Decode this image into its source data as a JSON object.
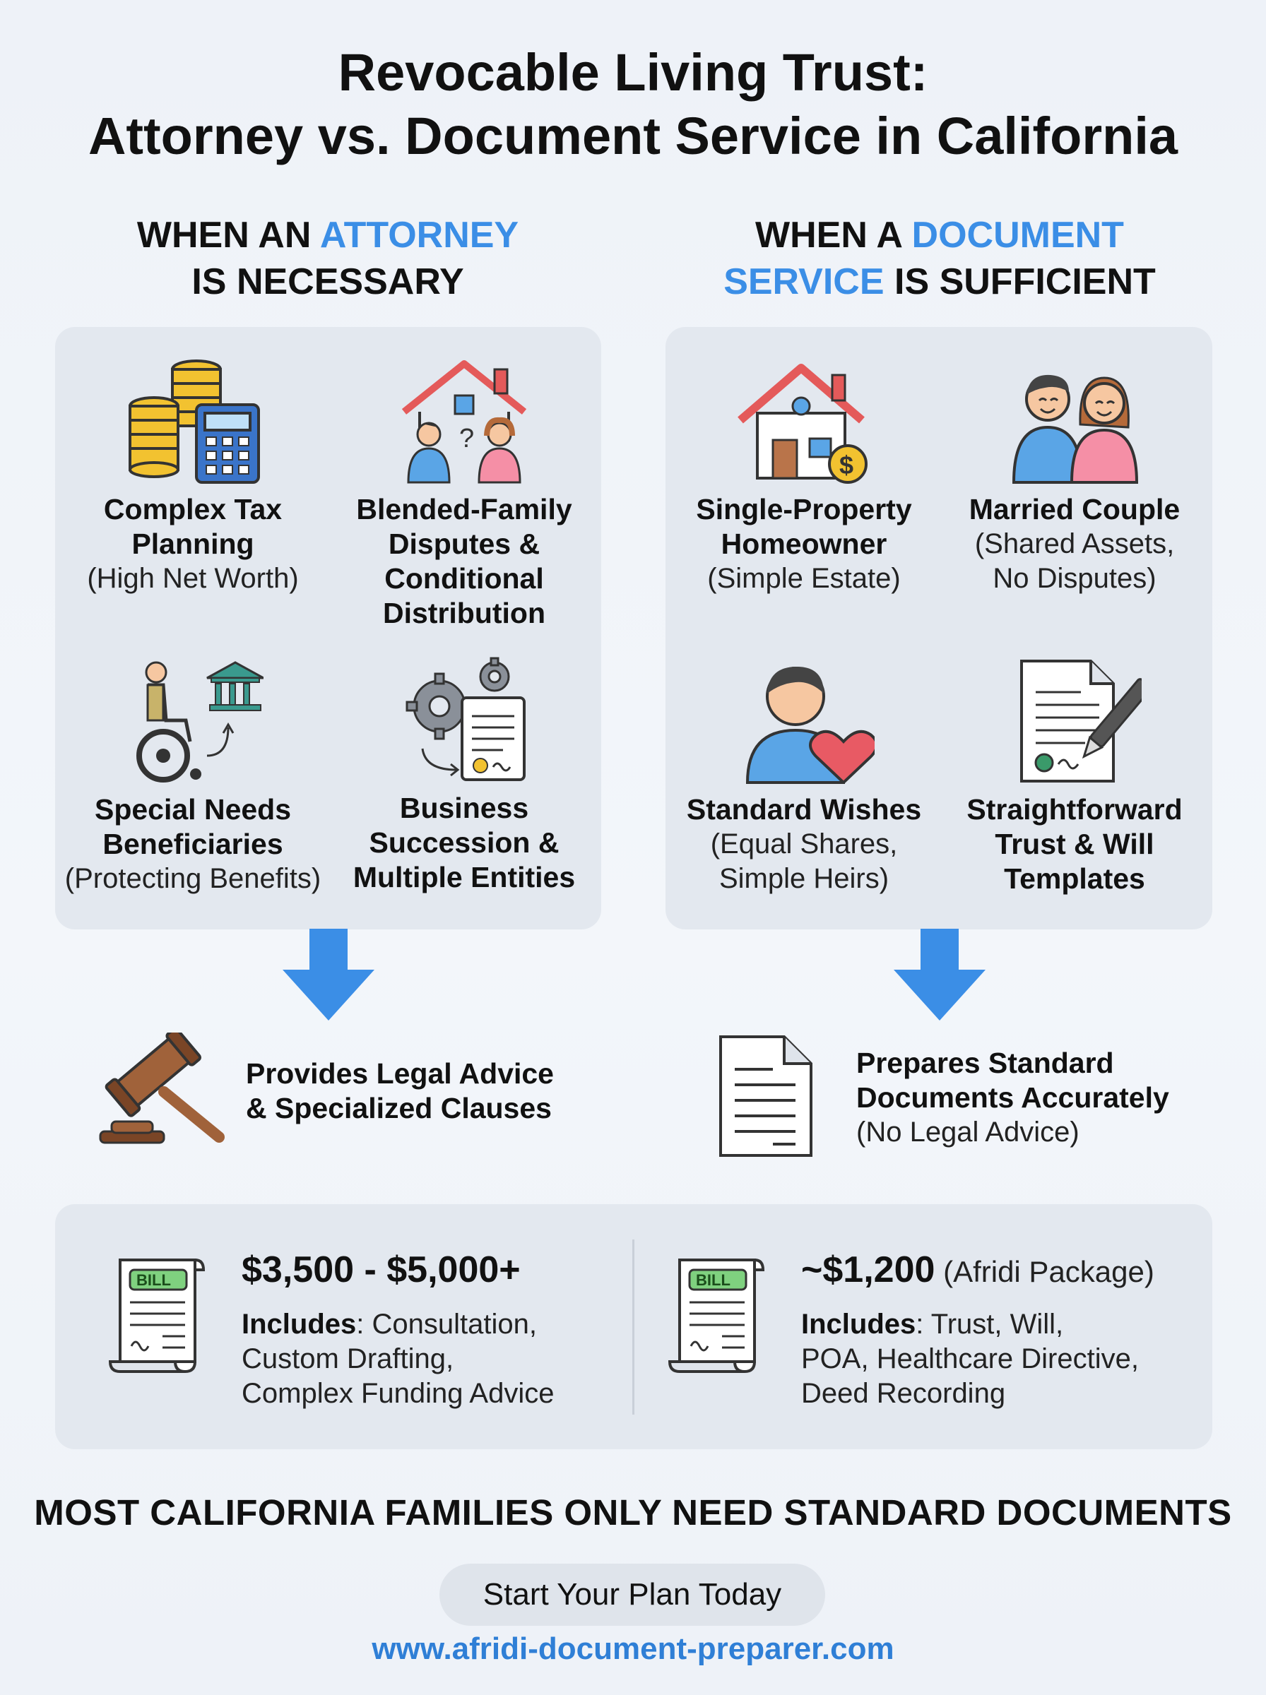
{
  "header": {
    "title_line1": "Revocable Living Trust:",
    "title_line2": "Attorney vs. Document Service in California"
  },
  "left": {
    "heading_pre": "WHEN AN ",
    "heading_accent": "ATTORNEY",
    "heading_line2": "IS NECESSARY",
    "items": [
      {
        "label": "Complex Tax\nPlanning",
        "sub": "(High Net Worth)",
        "icon": "coins-calculator-icon"
      },
      {
        "label": "Blended-Family\nDisputes &\nConditional\nDistribution",
        "sub": "",
        "icon": "house-family-icon"
      },
      {
        "label": "Special Needs\nBeneficiaries",
        "sub": "(Protecting Benefits)",
        "icon": "wheelchair-bank-icon"
      },
      {
        "label": "Business\nSuccession &\nMultiple Entities",
        "sub": "",
        "icon": "gears-document-icon"
      }
    ],
    "outcome": "Provides Legal Advice\n& Specialized Clauses",
    "outcome_icon": "gavel-icon"
  },
  "right": {
    "heading_pre": "WHEN A ",
    "heading_accent": "DOCUMENT",
    "heading_accent2": "SERVICE",
    "heading_post": " IS SUFFICIENT",
    "items": [
      {
        "label": "Single-Property\nHomeowner",
        "sub": "(Simple Estate)",
        "icon": "house-dollar-icon"
      },
      {
        "label": "Married Couple",
        "sub": "(Shared Assets,\nNo Disputes)",
        "icon": "couple-icon"
      },
      {
        "label": "Standard Wishes",
        "sub": "(Equal Shares,\nSimple Heirs)",
        "icon": "person-heart-icon"
      },
      {
        "label": "Straightforward\nTrust & Will\nTemplates",
        "sub": "",
        "icon": "document-pen-icon"
      }
    ],
    "outcome": "Prepares Standard\nDocuments Accurately",
    "outcome_sub": "(No Legal Advice)",
    "outcome_icon": "document-icon"
  },
  "pricing": {
    "left": {
      "price": "$3,500 - $5,000+",
      "note": "",
      "includes_label": "Includes",
      "includes_text": ": Consultation,\nCustom Drafting,\nComplex Funding Advice",
      "bill_label": "BILL"
    },
    "right": {
      "price": "~$1,200",
      "note": " (Afridi Package)",
      "includes_label": "Includes",
      "includes_text": ": Trust, Will,\nPOA, Healthcare Directive,\nDeed Recording",
      "bill_label": "BILL"
    }
  },
  "footer": {
    "tagline": "MOST CALIFORNIA FAMILIES ONLY NEED STANDARD DOCUMENTS",
    "cta": "Start Your Plan Today",
    "url": "www.afridi-document-preparer.com"
  },
  "colors": {
    "accent": "#3b8ee6",
    "arrow": "#3b8ee6",
    "panel": "#e3e8ef",
    "coin": "#f2c230",
    "house_roof": "#e45a5a",
    "skin": "#f6c7a1",
    "shirt_blue": "#5aa5e6",
    "shirt_pink": "#f58fa6",
    "heart": "#e85a64",
    "gavel": "#a0623a",
    "bill_green": "#7fd17f"
  }
}
